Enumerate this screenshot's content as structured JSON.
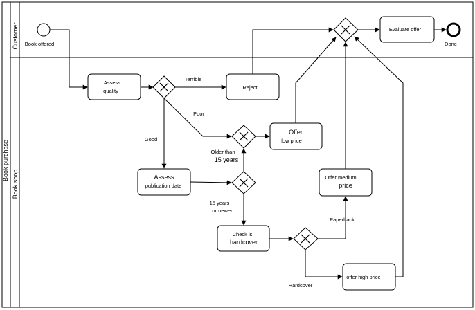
{
  "pool": {
    "label": "Book purchase"
  },
  "lanes": {
    "customer": "Customer",
    "bookshop": "Book shop"
  },
  "events": {
    "start": "Book offered",
    "end": "Done"
  },
  "tasks": {
    "assess_quality": [
      "Assess",
      "quality"
    ],
    "reject": "Reject",
    "assess_publication_date": [
      "Assess",
      "publication date"
    ],
    "offer_low_price": [
      "Offer",
      "low price"
    ],
    "check_hardcover": [
      "Check is",
      "hardcover"
    ],
    "offer_medium_price": [
      "Offer medium",
      "price"
    ],
    "offer_high_price": "offer high price",
    "evaluate_offer": "Evaluate offer"
  },
  "flow_labels": {
    "terrible": "Terrible",
    "poor": "Poor",
    "good": "Good",
    "older_than_15_years": [
      "Older than",
      "15 years"
    ],
    "fifteen_years_or_newer": [
      "15 years",
      "or newer"
    ],
    "paperback": "Paperback",
    "hardcover": "Hardcover"
  },
  "colors": {
    "stroke": "#000000",
    "background": "#ffffff"
  },
  "icons": {
    "gateway": "exclusive-gateway-x-icon",
    "start": "start-event-circle",
    "end": "end-event-thick-circle"
  }
}
